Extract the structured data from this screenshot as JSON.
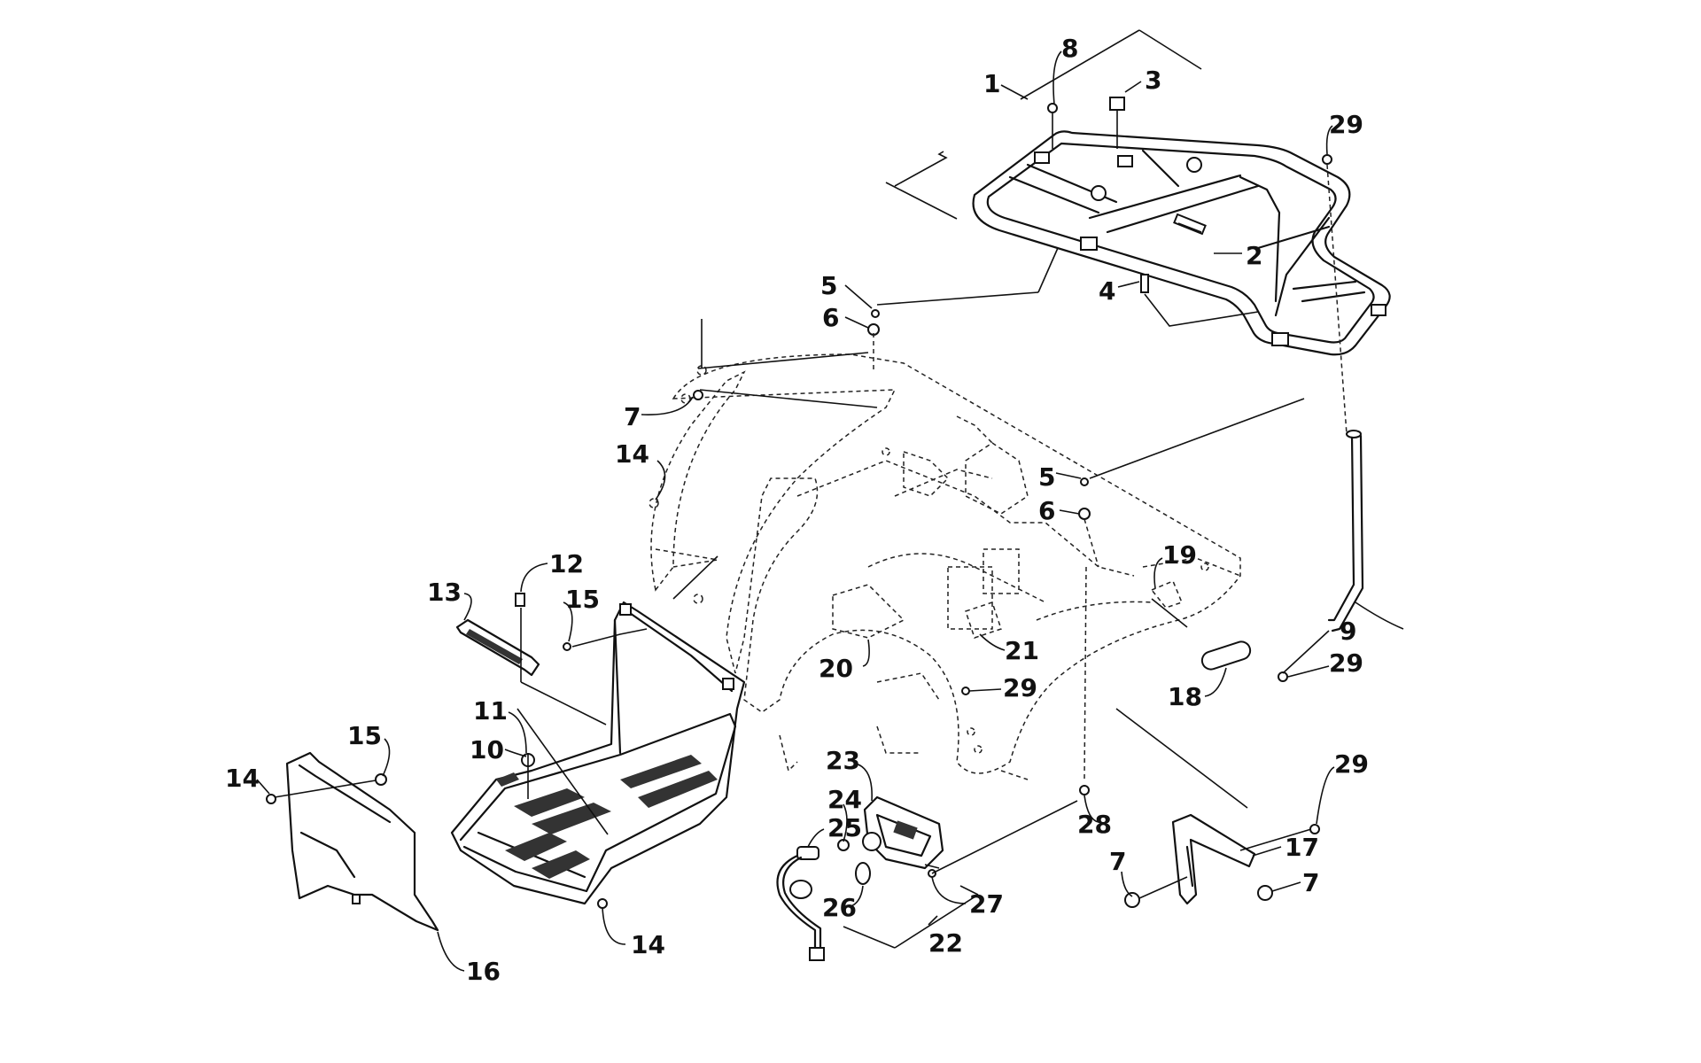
{
  "diagram": {
    "callouts": [
      {
        "id": "c1",
        "text": "1"
      },
      {
        "id": "c2",
        "text": "2"
      },
      {
        "id": "c3",
        "text": "3"
      },
      {
        "id": "c4",
        "text": "4"
      },
      {
        "id": "c5a",
        "text": "5"
      },
      {
        "id": "c5b",
        "text": "5"
      },
      {
        "id": "c6a",
        "text": "6"
      },
      {
        "id": "c6b",
        "text": "6"
      },
      {
        "id": "c7a",
        "text": "7"
      },
      {
        "id": "c7b",
        "text": "7"
      },
      {
        "id": "c7c",
        "text": "7"
      },
      {
        "id": "c8",
        "text": "8"
      },
      {
        "id": "c9",
        "text": "9"
      },
      {
        "id": "c10",
        "text": "10"
      },
      {
        "id": "c11",
        "text": "11"
      },
      {
        "id": "c12",
        "text": "12"
      },
      {
        "id": "c13",
        "text": "13"
      },
      {
        "id": "c14a",
        "text": "14"
      },
      {
        "id": "c14b",
        "text": "14"
      },
      {
        "id": "c14c",
        "text": "14"
      },
      {
        "id": "c15a",
        "text": "15"
      },
      {
        "id": "c15b",
        "text": "15"
      },
      {
        "id": "c16",
        "text": "16"
      },
      {
        "id": "c17",
        "text": "17"
      },
      {
        "id": "c18",
        "text": "18"
      },
      {
        "id": "c19",
        "text": "19"
      },
      {
        "id": "c20",
        "text": "20"
      },
      {
        "id": "c21",
        "text": "21"
      },
      {
        "id": "c22",
        "text": "22"
      },
      {
        "id": "c23",
        "text": "23"
      },
      {
        "id": "c24",
        "text": "24"
      },
      {
        "id": "c25",
        "text": "25"
      },
      {
        "id": "c26",
        "text": "26"
      },
      {
        "id": "c27",
        "text": "27"
      },
      {
        "id": "c28",
        "text": "28"
      },
      {
        "id": "c29a",
        "text": "29"
      },
      {
        "id": "c29b",
        "text": "29"
      },
      {
        "id": "c29c",
        "text": "29"
      },
      {
        "id": "c29d",
        "text": "29"
      }
    ]
  }
}
